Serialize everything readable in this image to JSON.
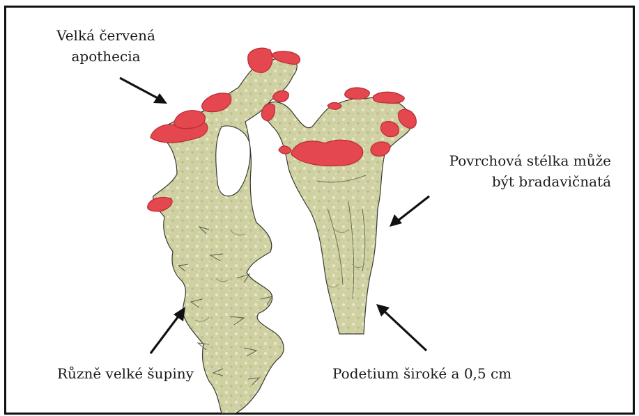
{
  "labels": {
    "apothecia": {
      "line1": "Velká červená",
      "line2": "apothecia"
    },
    "surface": {
      "line1": "Povrchová stélka může",
      "line2": "být bradavičnatá"
    },
    "squamules": "Různě velké šupiny",
    "podetium": "Podetium široké a 0,5 cm"
  },
  "colors": {
    "thallus": "#cfd1a2",
    "thallus_light": "#e4e4c4",
    "thallus_dark": "#a9ad7a",
    "outline": "#3a3a30",
    "apothecia": "#e5474f",
    "apothecia_dark": "#b82a33",
    "arrow": "#111111"
  }
}
